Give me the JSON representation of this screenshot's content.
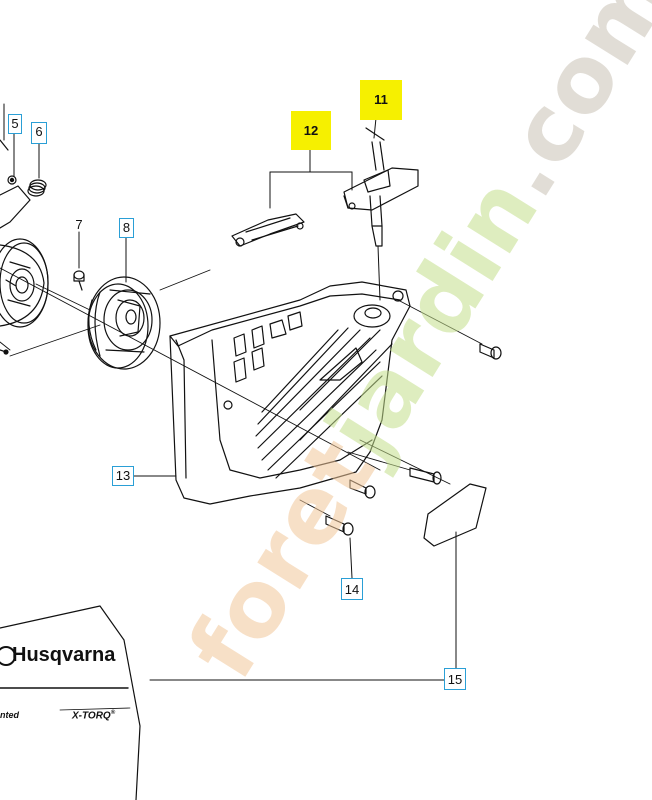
{
  "callouts": [
    {
      "id": "5",
      "label": "5",
      "style": "boxed"
    },
    {
      "id": "6",
      "label": "6",
      "style": "boxed"
    },
    {
      "id": "7",
      "label": "7",
      "style": "plain"
    },
    {
      "id": "8",
      "label": "8",
      "style": "boxed"
    },
    {
      "id": "11",
      "label": "11",
      "style": "highlight"
    },
    {
      "id": "12",
      "label": "12",
      "style": "highlight"
    },
    {
      "id": "13",
      "label": "13",
      "style": "boxed"
    },
    {
      "id": "14",
      "label": "14",
      "style": "boxed"
    },
    {
      "id": "15",
      "label": "15",
      "style": "boxed"
    }
  ],
  "branding": {
    "logo_text": "Husqvarna",
    "model_text": "X-TORQ",
    "model_mark": "®",
    "partial_text": "nted"
  },
  "watermark": {
    "text_orange": "foret",
    "text_green": "jardin",
    "text_grey": ".com",
    "colors": {
      "orange": "#f2c79a",
      "green": "#c4df8c",
      "grey": "#c9c2b6"
    }
  },
  "colors": {
    "callout_border": "#2a9fd6",
    "highlight": "#f6f000",
    "line": "#111111"
  }
}
